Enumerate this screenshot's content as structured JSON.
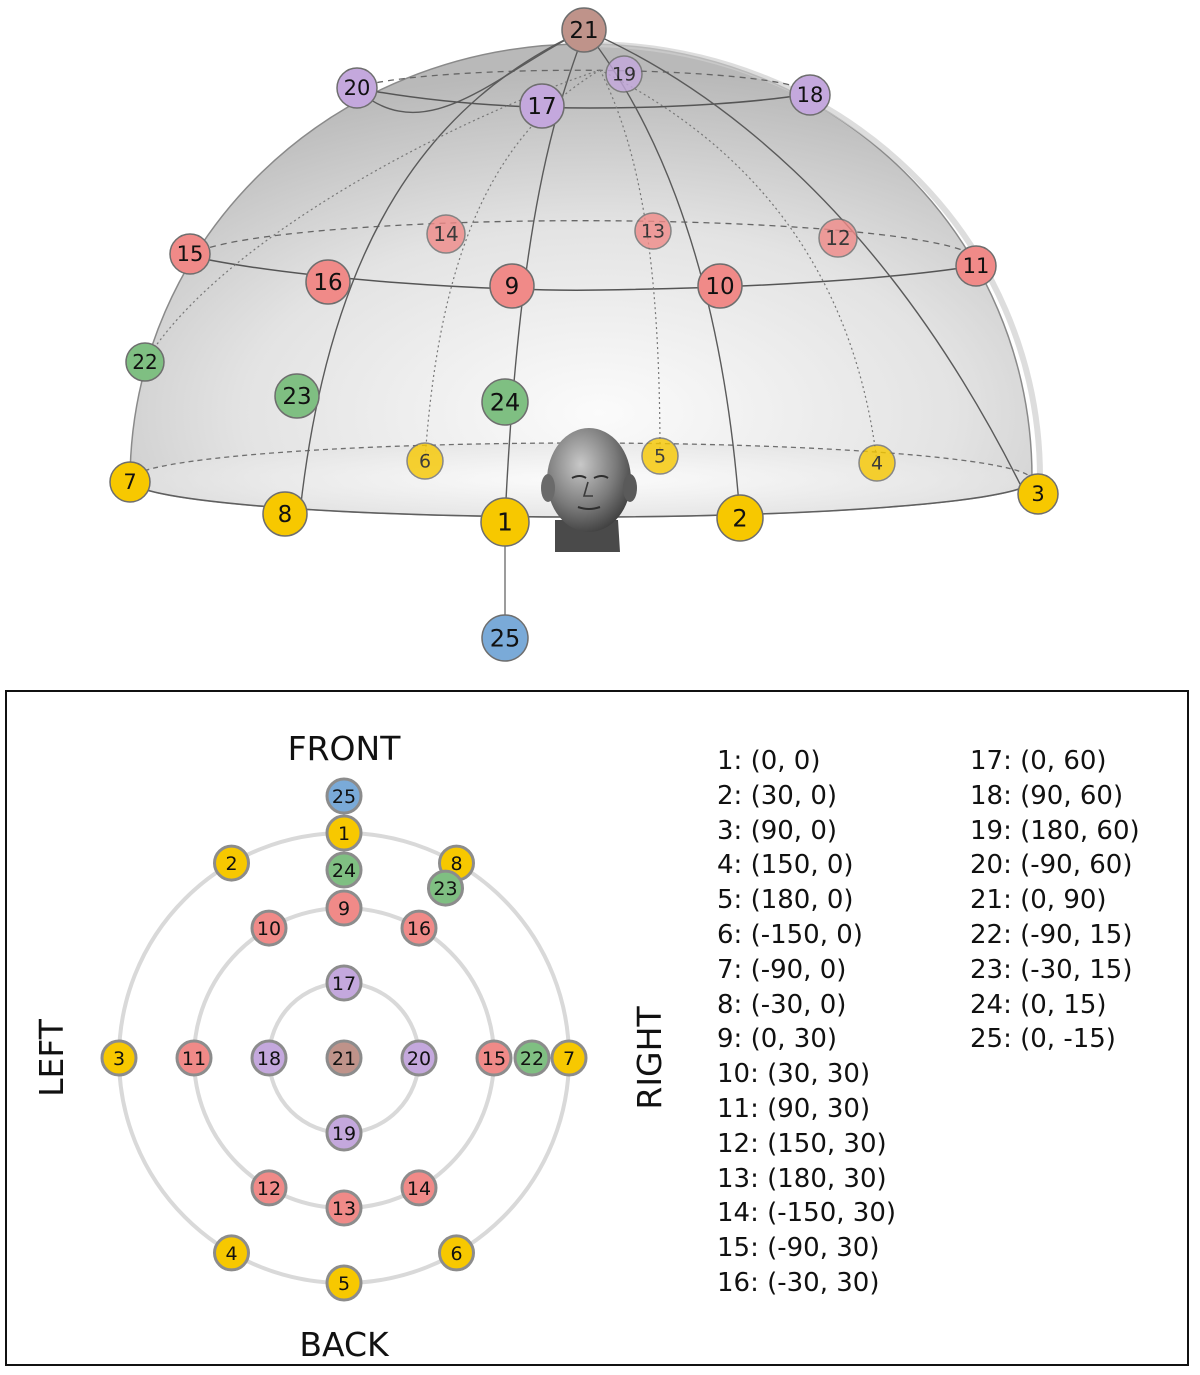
{
  "colors": {
    "yellow": "#f7c800",
    "green": "#7fbf82",
    "red": "#f08a88",
    "purple": "#c4a8dd",
    "brown": "#bf938a",
    "blue": "#7aaad8"
  },
  "head_icon": "head-mannequin-icon",
  "polar": {
    "front": "FRONT",
    "back": "BACK",
    "left": "LEFT",
    "right": "RIGHT"
  },
  "speakers": [
    {
      "label": "1",
      "coords": "1: (0, 0)",
      "azimuth": 0,
      "elevation": 0,
      "color": "yellow"
    },
    {
      "label": "2",
      "coords": "2: (30, 0)",
      "azimuth": 30,
      "elevation": 0,
      "color": "yellow"
    },
    {
      "label": "3",
      "coords": "3: (90, 0)",
      "azimuth": 90,
      "elevation": 0,
      "color": "yellow"
    },
    {
      "label": "4",
      "coords": "4: (150, 0)",
      "azimuth": 150,
      "elevation": 0,
      "color": "yellow"
    },
    {
      "label": "5",
      "coords": "5: (180, 0)",
      "azimuth": 180,
      "elevation": 0,
      "color": "yellow"
    },
    {
      "label": "6",
      "coords": "6: (-150, 0)",
      "azimuth": -150,
      "elevation": 0,
      "color": "yellow"
    },
    {
      "label": "7",
      "coords": "7: (-90, 0)",
      "azimuth": -90,
      "elevation": 0,
      "color": "yellow"
    },
    {
      "label": "8",
      "coords": "8: (-30, 0)",
      "azimuth": -30,
      "elevation": 0,
      "color": "yellow"
    },
    {
      "label": "9",
      "coords": "9: (0, 30)",
      "azimuth": 0,
      "elevation": 30,
      "color": "red"
    },
    {
      "label": "10",
      "coords": "10: (30, 30)",
      "azimuth": 30,
      "elevation": 30,
      "color": "red"
    },
    {
      "label": "11",
      "coords": "11: (90, 30)",
      "azimuth": 90,
      "elevation": 30,
      "color": "red"
    },
    {
      "label": "12",
      "coords": "12: (150, 30)",
      "azimuth": 150,
      "elevation": 30,
      "color": "red"
    },
    {
      "label": "13",
      "coords": "13: (180, 30)",
      "azimuth": 180,
      "elevation": 30,
      "color": "red"
    },
    {
      "label": "14",
      "coords": "14: (-150, 30)",
      "azimuth": -150,
      "elevation": 30,
      "color": "red"
    },
    {
      "label": "15",
      "coords": "15: (-90, 30)",
      "azimuth": -90,
      "elevation": 30,
      "color": "red"
    },
    {
      "label": "16",
      "coords": "16: (-30, 30)",
      "azimuth": -30,
      "elevation": 30,
      "color": "red"
    },
    {
      "label": "17",
      "coords": "17: (0, 60)",
      "azimuth": 0,
      "elevation": 60,
      "color": "purple"
    },
    {
      "label": "18",
      "coords": "18: (90, 60)",
      "azimuth": 90,
      "elevation": 60,
      "color": "purple"
    },
    {
      "label": "19",
      "coords": "19: (180, 60)",
      "azimuth": 180,
      "elevation": 60,
      "color": "purple"
    },
    {
      "label": "20",
      "coords": "20: (-90, 60)",
      "azimuth": -90,
      "elevation": 60,
      "color": "purple"
    },
    {
      "label": "21",
      "coords": "21: (0, 90)",
      "azimuth": 0,
      "elevation": 90,
      "color": "brown"
    },
    {
      "label": "22",
      "coords": "22: (-90, 15)",
      "azimuth": -90,
      "elevation": 15,
      "color": "green"
    },
    {
      "label": "23",
      "coords": "23: (-30, 15)",
      "azimuth": -30,
      "elevation": 15,
      "color": "green"
    },
    {
      "label": "24",
      "coords": "24: (0, 15)",
      "azimuth": 0,
      "elevation": 15,
      "color": "green"
    },
    {
      "label": "25",
      "coords": "25: (0, -15)",
      "azimuth": 0,
      "elevation": -15,
      "color": "blue"
    }
  ]
}
